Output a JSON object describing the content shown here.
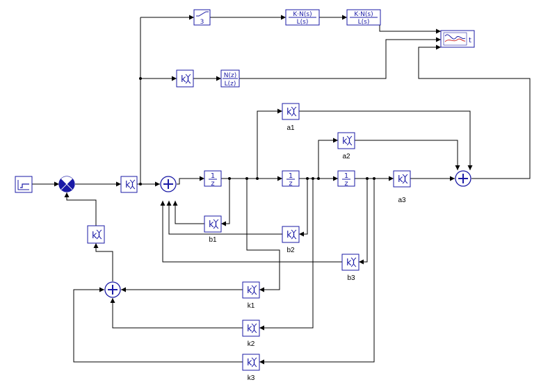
{
  "blocks": {
    "step": {
      "icon": "step-source-icon"
    },
    "sat_text": "3",
    "tf_cont1": {
      "num": "K·N(s)",
      "den": "L(s)"
    },
    "tf_cont2": {
      "num": "K·N(s)",
      "den": "L(s)"
    },
    "scope": {
      "icon": "scope-icon",
      "t_label": "t"
    },
    "gain_sym": "k",
    "tf_disc": {
      "num": "N(z)",
      "den": "L(z)"
    },
    "delay": {
      "num": "1",
      "den": "z"
    }
  },
  "labels": {
    "a1": "a1",
    "a2": "a2",
    "a3": "a3",
    "b1": "b1",
    "b2": "b2",
    "b3": "b3",
    "k1": "k1",
    "k2": "k2",
    "k3": "k3"
  },
  "colors": {
    "block": "#1a1aa6",
    "wire": "#000000"
  }
}
